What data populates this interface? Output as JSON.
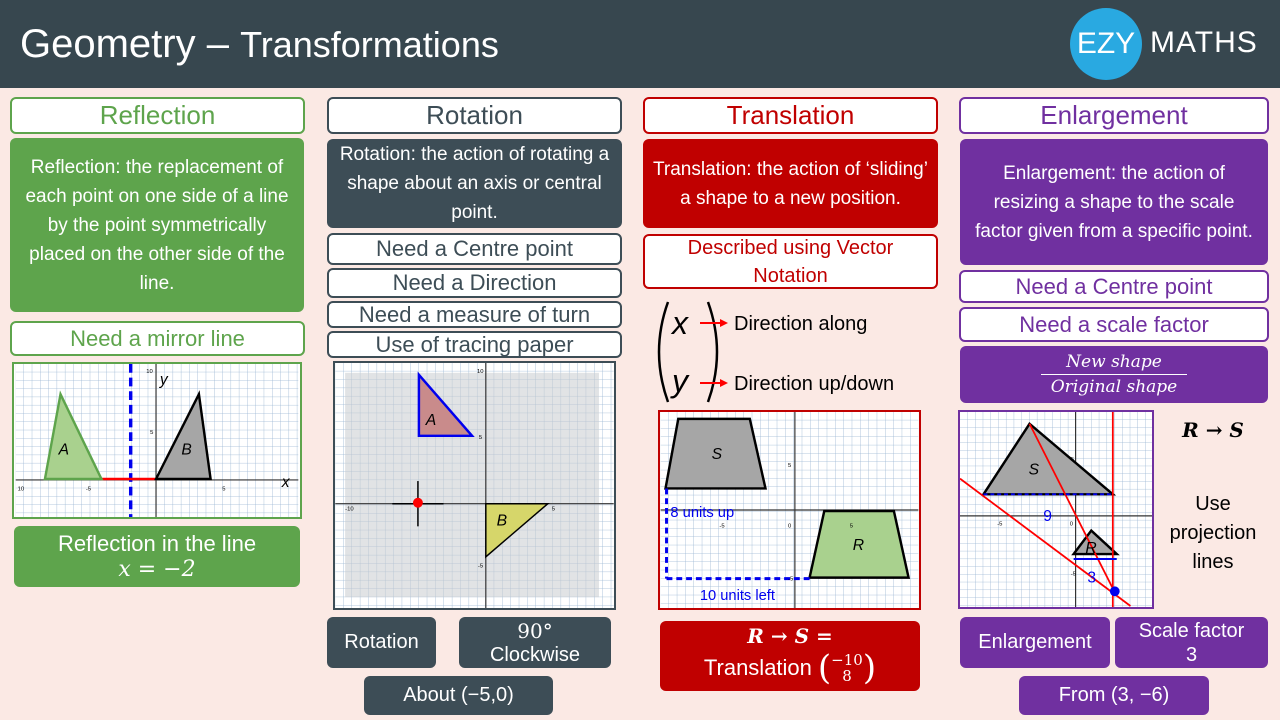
{
  "header": {
    "title_main": "Geometry –",
    "title_sub": "Transformations",
    "logo_left": "EZY",
    "logo_right": "MATHS"
  },
  "reflection": {
    "heading": "Reflection",
    "definition": "Reflection: the replacement of each point on one side of a line by the point symmetrically placed on the other side of the line.",
    "need": "Need a mirror line",
    "example_line1": "Reflection in the line",
    "example_line2": "x = −2",
    "graph": {
      "shape_a": "A",
      "shape_b": "B",
      "axis_x": "x",
      "axis_y": "y",
      "tick_10": "10",
      "tick_5": "5",
      "tick_neg5": "-5",
      "tick_neg10": "10"
    }
  },
  "rotation": {
    "heading": "Rotation",
    "definition": "Rotation: the action of rotating a shape about an axis or central point.",
    "needs": [
      "Need a Centre point",
      "Need a Direction",
      "Need a measure of turn",
      "Use of tracing paper"
    ],
    "result_type": "Rotation",
    "result_angle": "90°",
    "result_dir": "Clockwise",
    "result_about": "About (−5,0)",
    "graph": {
      "shape_a": "A",
      "shape_b": "B",
      "tick_10": "10",
      "tick_5": "5",
      "tick_neg10": "-10",
      "tick_neg5": "-5"
    }
  },
  "translation": {
    "heading": "Translation",
    "definition": "Translation: the action of ‘sliding’ a shape to a new position.",
    "need": "Described using Vector Notation",
    "vector_x": "x",
    "vector_y": "y",
    "vector_x_desc": "Direction along",
    "vector_y_desc": "Direction up/down",
    "result_map": "R → S =",
    "result_label": "Translation",
    "result_top": "−10",
    "result_bottom": "8",
    "graph": {
      "shape_s": "S",
      "shape_r": "R",
      "label_up": "8 units up",
      "label_left": "10 units left",
      "tick_5": "5",
      "tick_neg5": "-5",
      "tick_0": "0"
    }
  },
  "enlargement": {
    "heading": "Enlargement",
    "definition": "Enlargement: the action of resizing a shape to the scale factor given from a specific point.",
    "needs": [
      "Need a Centre point",
      "Need a scale factor"
    ],
    "fraction_top": "New shape",
    "fraction_bottom": "Original shape",
    "mapping": "R → S",
    "hint": "Use projection lines",
    "result_type": "Enlargement",
    "result_sf_label": "Scale factor",
    "result_sf": "3",
    "result_from": "From (3, −6)",
    "graph": {
      "shape_s": "S",
      "shape_r": "R",
      "len_big": "9",
      "len_small": "3",
      "tick_5": "5",
      "tick_neg5": "-5",
      "tick_0": "0"
    }
  },
  "colors": {
    "header": "#37474f",
    "green": "#5ea44c",
    "slate": "#3d4d56",
    "red": "#c00000",
    "purple": "#7030a0",
    "background": "#fbe9e4",
    "logo": "#29a9e1"
  }
}
